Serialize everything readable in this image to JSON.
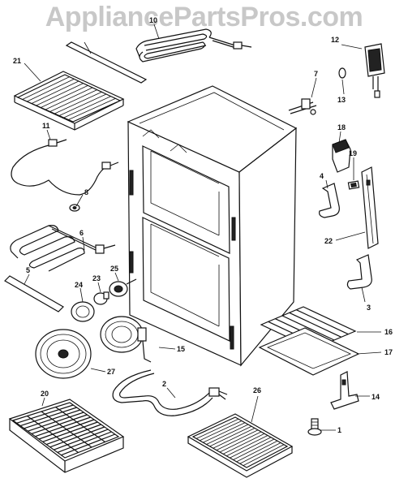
{
  "watermark": "AppliancePartsPros.com",
  "callouts": {
    "c1": "1",
    "c2": "2",
    "c3": "3",
    "c4": "4",
    "c5": "5",
    "c6": "6",
    "c7": "7",
    "c8": "8",
    "c10": "10",
    "c11": "11",
    "c12": "12",
    "c13": "13",
    "c14": "14",
    "c15": "15",
    "c16": "16",
    "c17": "17",
    "c18": "18",
    "c19": "19",
    "c20": "20",
    "c21": "21",
    "c22": "22",
    "c23": "23",
    "c24": "24",
    "c25": "25",
    "c26": "26",
    "c27": "27"
  },
  "colors": {
    "line": "#111111",
    "watermark": "#c8c8c8",
    "background": "#ffffff"
  }
}
